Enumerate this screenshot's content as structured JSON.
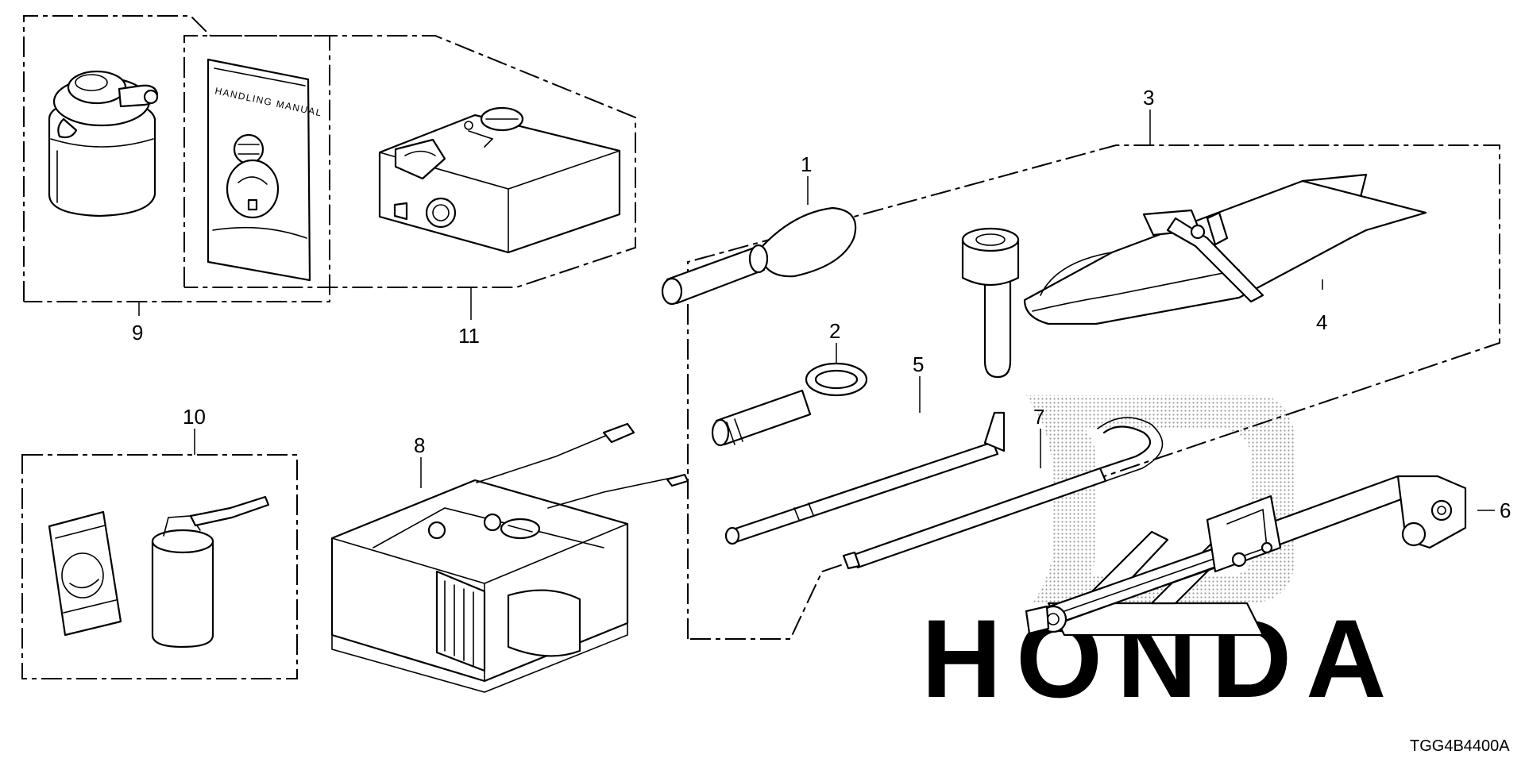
{
  "diagram": {
    "drawing_code": "TGG4B4400A",
    "manual_cover_text": "HANDLING MANUAL",
    "watermark_text": "HONDA",
    "callouts": [
      "1",
      "2",
      "3",
      "4",
      "5",
      "6",
      "7",
      "8",
      "9",
      "10",
      "11"
    ]
  }
}
